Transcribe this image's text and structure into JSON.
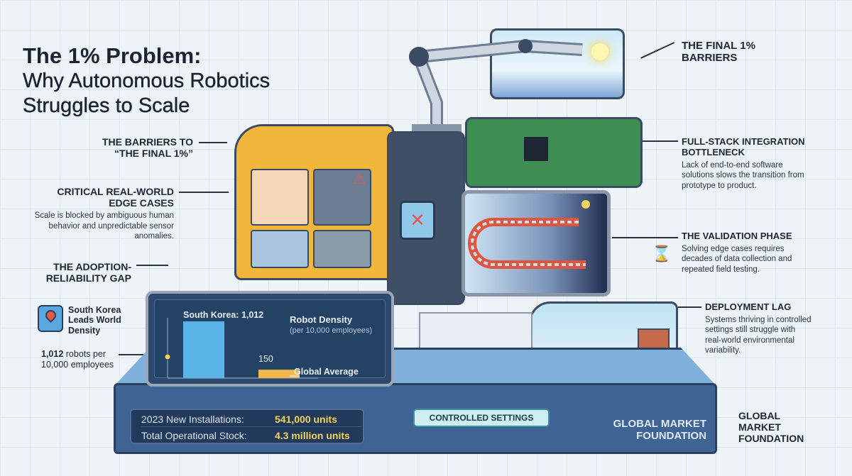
{
  "title": {
    "line1": "The 1% Problem:",
    "line2": "Why Autonomous Robotics",
    "line3": "Struggles to Scale"
  },
  "left_labels": {
    "barriers": "THE BARRIERS TO “THE FINAL 1%”",
    "edge_cases": {
      "heading": "CRITICAL REAL-WORLD EDGE CASES",
      "body": "Scale is blocked by ambiguous human behavior and unpredictable sensor anomalies."
    },
    "gap": "THE ADOPTION-RELIABILITY GAP",
    "korea": {
      "heading": "South Korea Leads World Density",
      "value": "1,012",
      "value_suffix": " robots per 10,000 employees"
    }
  },
  "right_labels": {
    "final": "THE FINAL 1% BARRIERS",
    "fullstack": {
      "heading": "FULL-STACK INTEGRATION BOTTLENECK",
      "body": "Lack of end-to-end software solutions slows the transition from prototype to product."
    },
    "validation": {
      "heading": "THE VALIDATION PHASE",
      "body": "Solving edge cases requires decades of data collection and repeated field testing."
    },
    "deployment": {
      "heading": "DEPLOYMENT LAG",
      "body": "Systems thriving in controlled settings still struggle with real-world environmental variability."
    },
    "foundation": "GLOBAL MARKET FOUNDATION"
  },
  "chart_data": {
    "type": "bar",
    "title": "Robot Density",
    "subtitle": "(per 10,000 employees)",
    "categories": [
      "South Korea",
      "Global Average"
    ],
    "values": [
      1012,
      150
    ],
    "data_labels": [
      "South Korea: 1,012",
      "150"
    ],
    "legend_label": "Global Average",
    "colors": [
      "#5ab4e8",
      "#f2b84b"
    ]
  },
  "stats": [
    {
      "label": "2023 New Installations:",
      "value": "541,000 units"
    },
    {
      "label": "Total Operational Stock:",
      "value": "4.3 million units"
    }
  ],
  "controlled_settings": "CONTROLLED SETTINGS",
  "base_label": "GLOBAL MARKET FOUNDATION"
}
